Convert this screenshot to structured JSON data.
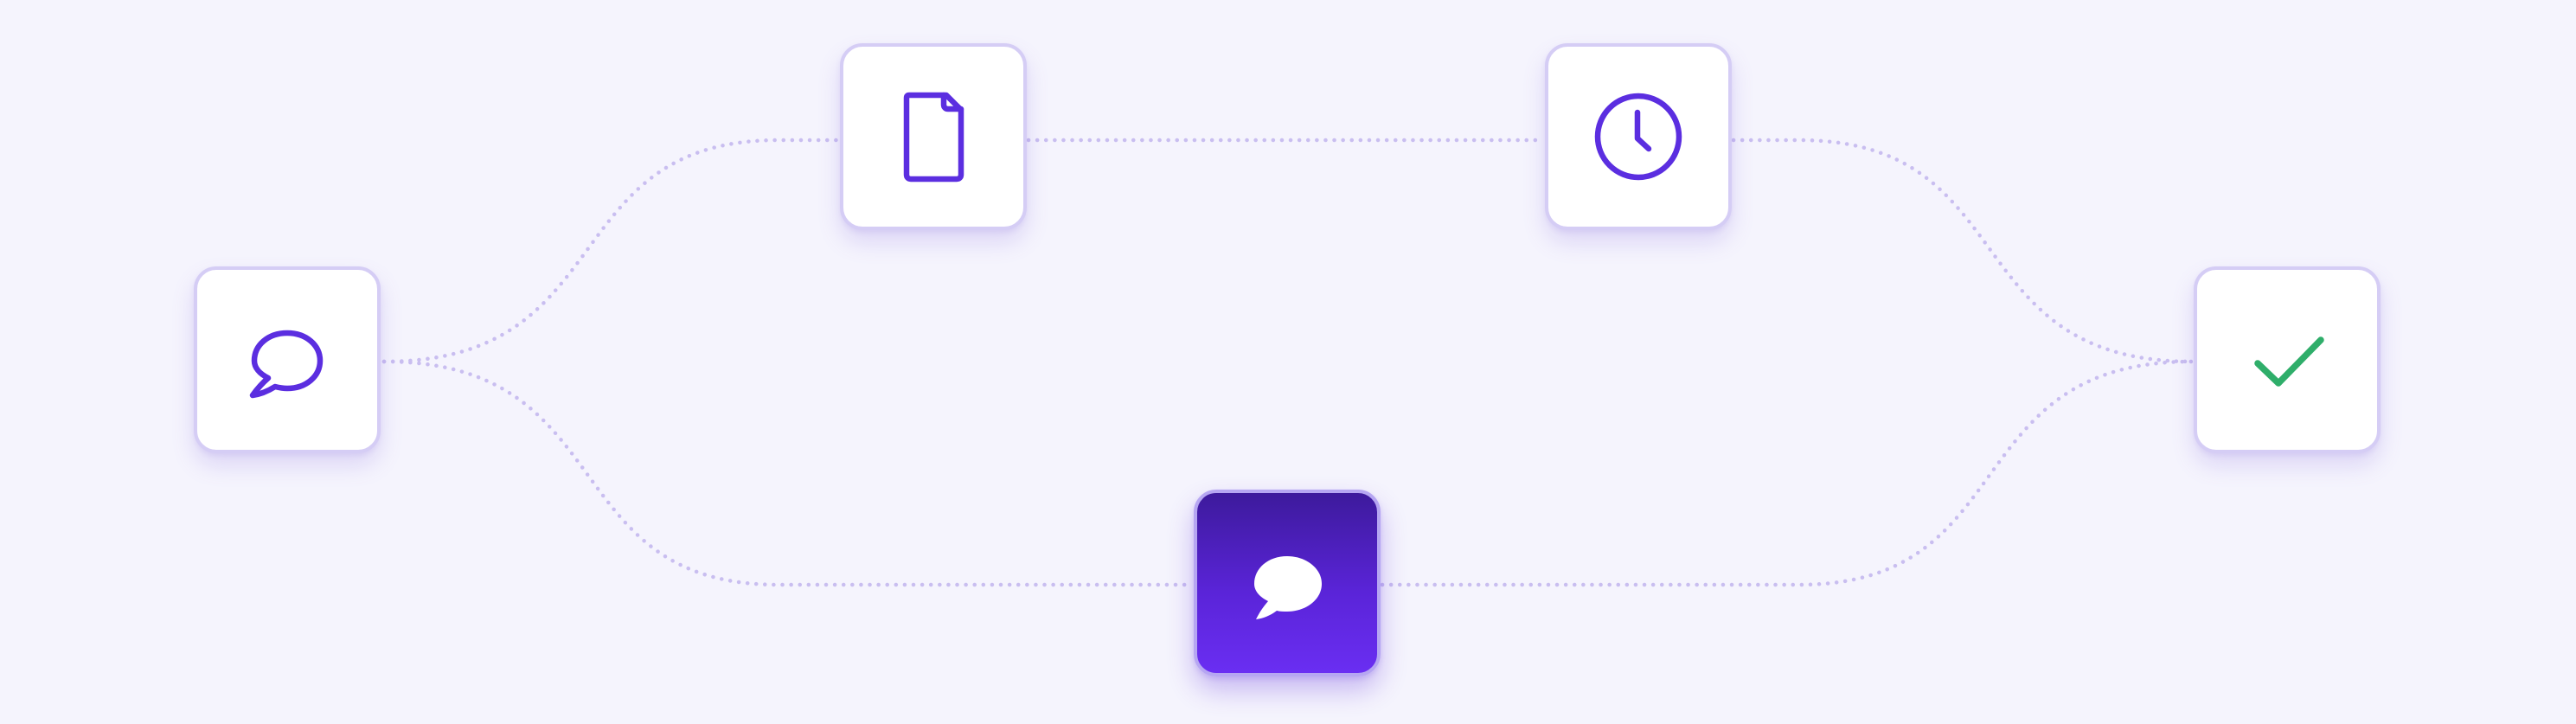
{
  "workflow": {
    "nodes": [
      {
        "id": "node-chat-start",
        "icon": "chat-bubble-icon",
        "state": "default"
      },
      {
        "id": "node-document",
        "icon": "document-icon",
        "state": "default"
      },
      {
        "id": "node-clock",
        "icon": "clock-icon",
        "state": "default"
      },
      {
        "id": "node-chat-active",
        "icon": "chat-bubble-filled-icon",
        "state": "active"
      },
      {
        "id": "node-complete",
        "icon": "checkmark-icon",
        "state": "default"
      }
    ],
    "edges": [
      {
        "from": "node-chat-start",
        "to": "node-document"
      },
      {
        "from": "node-document",
        "to": "node-clock"
      },
      {
        "from": "node-clock",
        "to": "node-complete"
      },
      {
        "from": "node-chat-start",
        "to": "node-chat-active"
      },
      {
        "from": "node-chat-active",
        "to": "node-complete"
      }
    ]
  },
  "colors": {
    "background": "#f5f4fd",
    "connector": "#c9bef0",
    "icon_stroke": "#5b2ee0",
    "check": "#2fae6a",
    "active_gradient_top": "#3d1a9c",
    "active_gradient_bottom": "#6a2ef2"
  }
}
